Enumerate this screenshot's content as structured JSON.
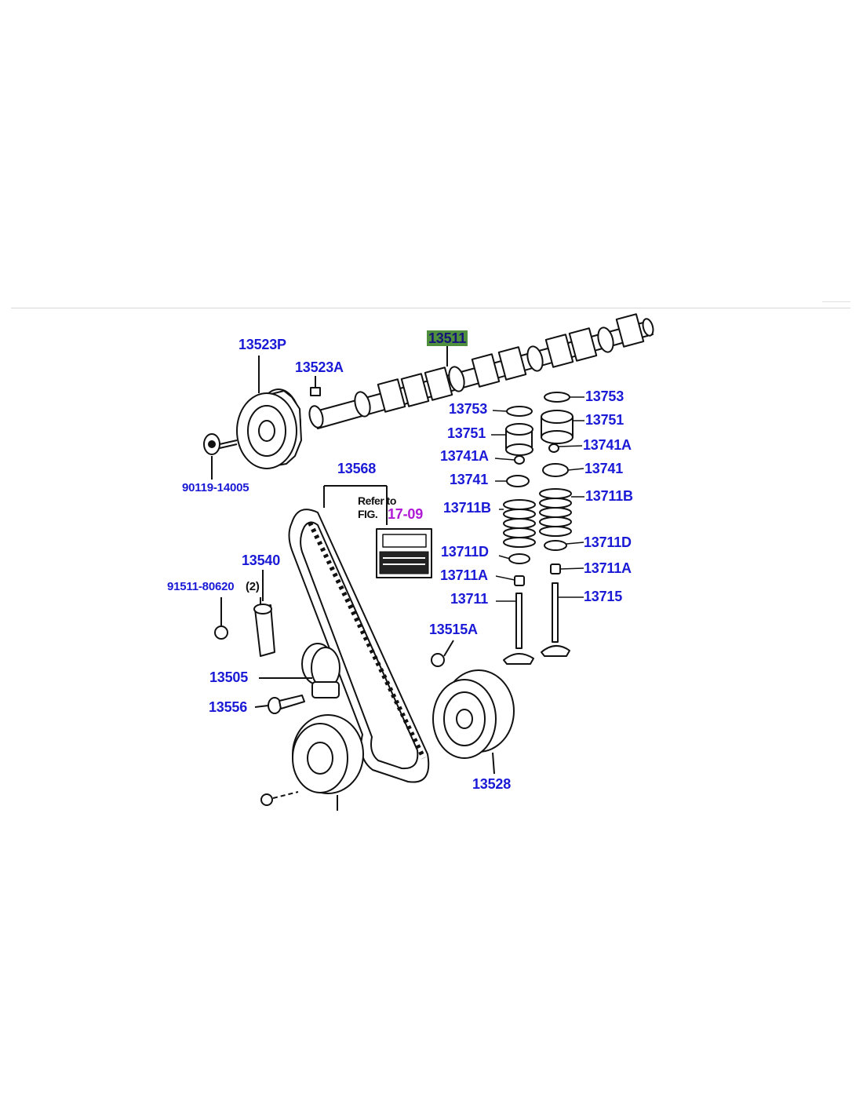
{
  "part_labels": {
    "p13511": "13511",
    "p13523P": "13523P",
    "p13523A": "13523A",
    "p90119": "90119-14005",
    "p13568": "13568",
    "p13753_l": "13753",
    "p13753_r": "13753",
    "p13751_l": "13751",
    "p13751_r": "13751",
    "p13741A_l": "13741A",
    "p13741A_r": "13741A",
    "p13741_l": "13741",
    "p13741_r": "13741",
    "p13711B_l": "13711B",
    "p13711B_r": "13711B",
    "p13711D_l": "13711D",
    "p13711D_r": "13711D",
    "p13711A_l": "13711A",
    "p13711A_r": "13711A",
    "p13711": "13711",
    "p13715": "13715",
    "p13540": "13540",
    "p91511": "91511-80620",
    "p91511_qty": "(2)",
    "p13515A": "13515A",
    "p13505": "13505",
    "p13556": "13556",
    "p13528": "13528"
  },
  "reference": {
    "refer_to": "Refer to",
    "fig": "FIG.",
    "fig_number": "17-09"
  },
  "colors": {
    "label": "#1a1ad6",
    "reference": "#b01ad6",
    "highlight": "#4f8f3d"
  }
}
